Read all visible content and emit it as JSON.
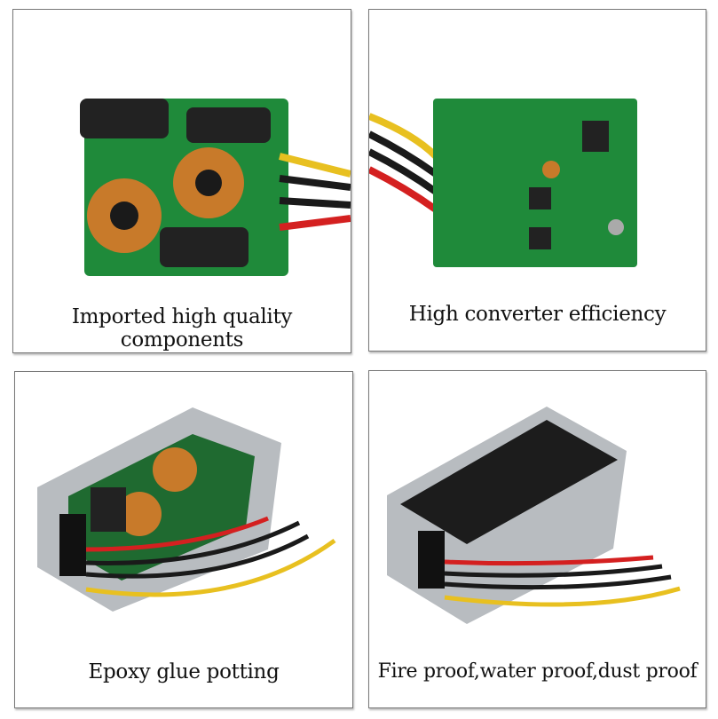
{
  "panels": [
    {
      "caption": "Imported high quality components",
      "image": "pcb-with-capacitors-and-toroid-coils"
    },
    {
      "caption": "High converter efficiency",
      "image": "green-pcb-board-top-view"
    },
    {
      "caption": "Epoxy glue potting",
      "image": "aluminum-case-open-potted-converter"
    },
    {
      "caption": "Fire proof,water proof,dust proof",
      "image": "sealed-aluminum-converter-box"
    }
  ],
  "colors": {
    "pcb": "#1f8a3a",
    "wire_red": "#d42020",
    "wire_yellow": "#e8c020",
    "wire_black": "#1a1a1a",
    "case": "#b8bcc0"
  }
}
